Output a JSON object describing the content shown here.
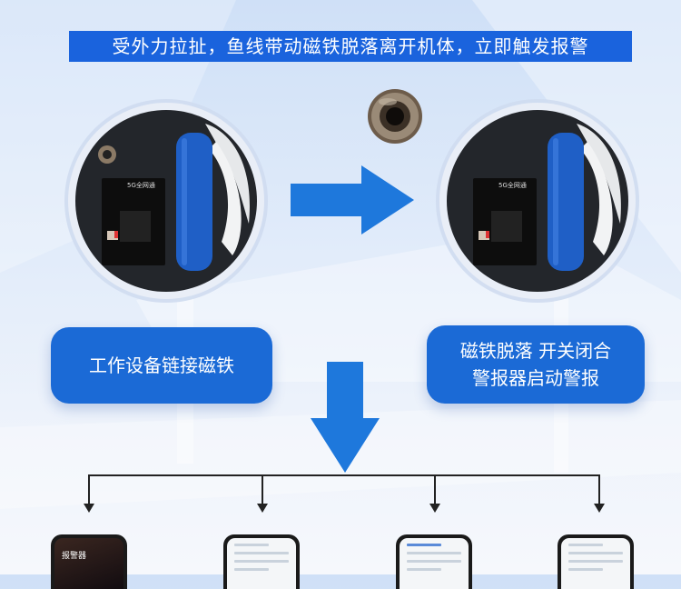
{
  "banner": {
    "text": "受外力拉扯，鱼线带动磁铁脱落离开机体，立即触发报警"
  },
  "device_left": {
    "module_label": "5G全网通"
  },
  "device_right": {
    "module_label": "5G全网通"
  },
  "label_left": {
    "text": "工作设备链接磁铁"
  },
  "label_right": {
    "line1": "磁铁脱落 开关闭合",
    "line2": "警报器启动警报"
  },
  "phones": [
    {
      "title": "报警器"
    },
    {},
    {},
    {}
  ],
  "colors": {
    "accent": "#1a63dd",
    "label_bg": "#1b6ad6",
    "arrow": "#1e78dc"
  },
  "icons": {
    "arrow_right": "right-arrow-icon",
    "arrow_down": "down-arrow-icon",
    "magnet": "magnet-ring-icon"
  }
}
